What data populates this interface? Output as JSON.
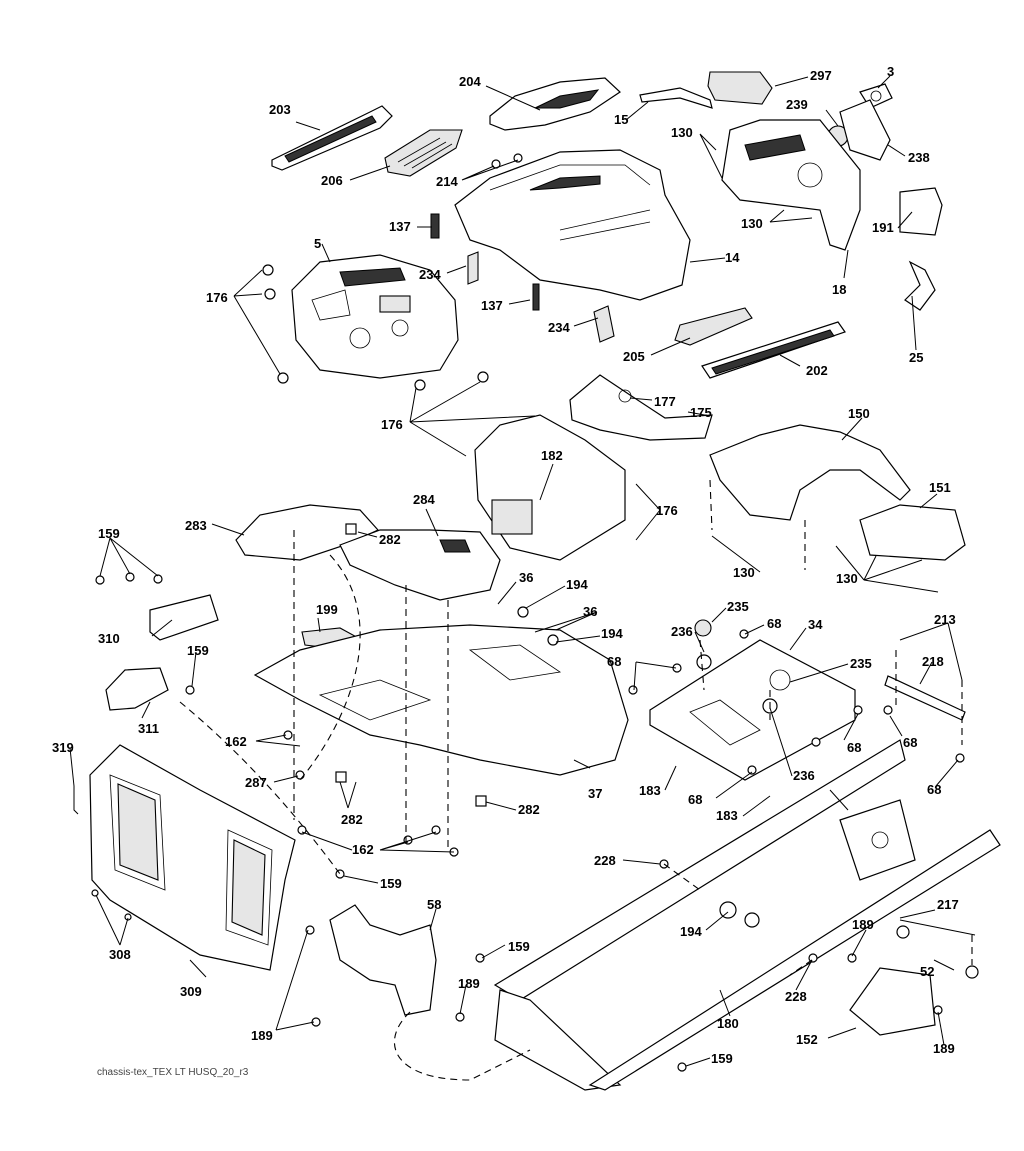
{
  "caption": "chassis-tex_TEX LT HUSQ_20_r3",
  "callouts": {
    "c203": "203",
    "c204": "204",
    "c297": "297",
    "c3": "3",
    "c15": "15",
    "c239": "239",
    "c130a": "130",
    "c238": "238",
    "c206": "206",
    "c214": "214",
    "c130b": "130",
    "c137a": "137",
    "c5": "5",
    "c191": "191",
    "c176a": "176",
    "c234a": "234",
    "c14": "14",
    "c18": "18",
    "c137b": "137",
    "c234b": "234",
    "c25": "25",
    "c205": "205",
    "c202": "202",
    "c177": "177",
    "c175": "175",
    "c150": "150",
    "c176b": "176",
    "c182": "182",
    "c151": "151",
    "c176c": "176",
    "c283": "283",
    "c284": "284",
    "c159a": "159",
    "c282a": "282",
    "c36a": "36",
    "c194a": "194",
    "c130c": "130",
    "c130d": "130",
    "c199": "199",
    "c36b": "36",
    "c235a": "235",
    "c213": "213",
    "c236a": "236",
    "c68a": "68",
    "c34": "34",
    "c310": "310",
    "c194b": "194",
    "c68b": "68",
    "c235b": "235",
    "c218": "218",
    "c159b": "159",
    "c311": "311",
    "c68c": "68",
    "c319": "319",
    "c162a": "162",
    "c287": "287",
    "c236b": "236",
    "c68d": "68",
    "c183a": "183",
    "c68e": "68",
    "c282b": "282",
    "c37": "37",
    "c282c": "282",
    "c183b": "183",
    "c68f": "68",
    "c162b": "162",
    "c159c": "159",
    "c228a": "228",
    "c58": "58",
    "c217": "217",
    "c308": "308",
    "c194c": "194",
    "c189a": "189",
    "c159d": "159",
    "c52": "52",
    "c309": "309",
    "c189b": "189",
    "c228b": "228",
    "c180": "180",
    "c189c": "189",
    "c152": "152",
    "c189d": "189",
    "c159e": "159"
  }
}
